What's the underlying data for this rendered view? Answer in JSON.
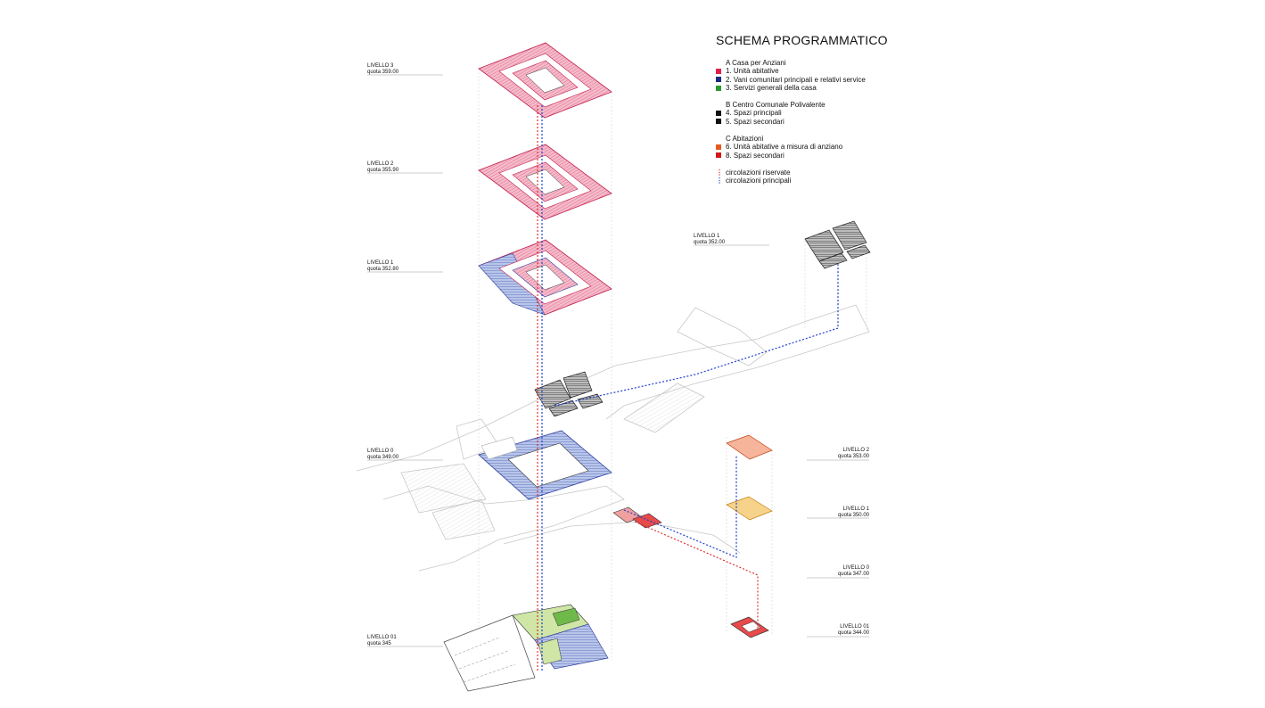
{
  "title": "SCHEMA PROGRAMMATICO",
  "legend": [
    {
      "heading": "A  Casa per Anziani",
      "items": [
        {
          "label": "1. Unità abitative",
          "color": "#e0204a"
        },
        {
          "label": "2. Vani comunitari principali e relativi service",
          "color": "#1a2a80"
        },
        {
          "label": "3. Servizi generali della casa",
          "color": "#2a9a30"
        }
      ]
    },
    {
      "heading": "B  Centro Comunale Polivalente",
      "items": [
        {
          "label": "4. Spazi principali",
          "color": "#111111"
        },
        {
          "label": "5. Spazi secondari",
          "color": "#111111"
        }
      ]
    },
    {
      "heading": "C  Abitazioni",
      "items": [
        {
          "label": "6. Unità abitative a misura di anziano",
          "color": "#e65a20"
        },
        {
          "label": "8. Spazi secondari",
          "color": "#d01818"
        }
      ]
    }
  ],
  "circulation": [
    {
      "label": "circolazioni riservate",
      "color": "#e02020",
      "icon": "dashed-line-icon"
    },
    {
      "label": "circolazioni principali",
      "color": "#2040d0",
      "icon": "dashed-line-icon"
    }
  ],
  "levels_left": [
    {
      "name": "LIVELLO 3",
      "quota": "quota 359.00"
    },
    {
      "name": "LIVELLO 2",
      "quota": "quota 355.90"
    },
    {
      "name": "LIVELLO 1",
      "quota": "quota 352.80"
    },
    {
      "name": "LIVELLO 0",
      "quota": "quota 349.00"
    },
    {
      "name": "LIVELLO 01",
      "quota": "quota 345"
    }
  ],
  "levels_center": [
    {
      "name": "LIVELLO 1",
      "quota": "quota 352.00"
    }
  ],
  "levels_right": [
    {
      "name": "LIVELLO 2",
      "quota": "quota 353.00"
    },
    {
      "name": "LIVELLO 1",
      "quota": "quota 350.00"
    },
    {
      "name": "LIVELLO 0",
      "quota": "quota 347.00"
    },
    {
      "name": "LIVELLO 01",
      "quota": "quota 344.00"
    }
  ],
  "colors": {
    "residential_fill": "#f4bccb",
    "residential_hatch": "#e04a74",
    "community_fill": "#b7c5ea",
    "community_hatch": "#3040a0",
    "services_fill": "#cfe6a6",
    "dark_fill": "#555555",
    "orange_fill": "#f6b49a",
    "yellow_fill": "#f7d28a",
    "red_fill": "#e84a4a",
    "blue_dash": "#2040d0",
    "red_dash": "#e02020",
    "ghost_line": "#c8c8c8"
  }
}
